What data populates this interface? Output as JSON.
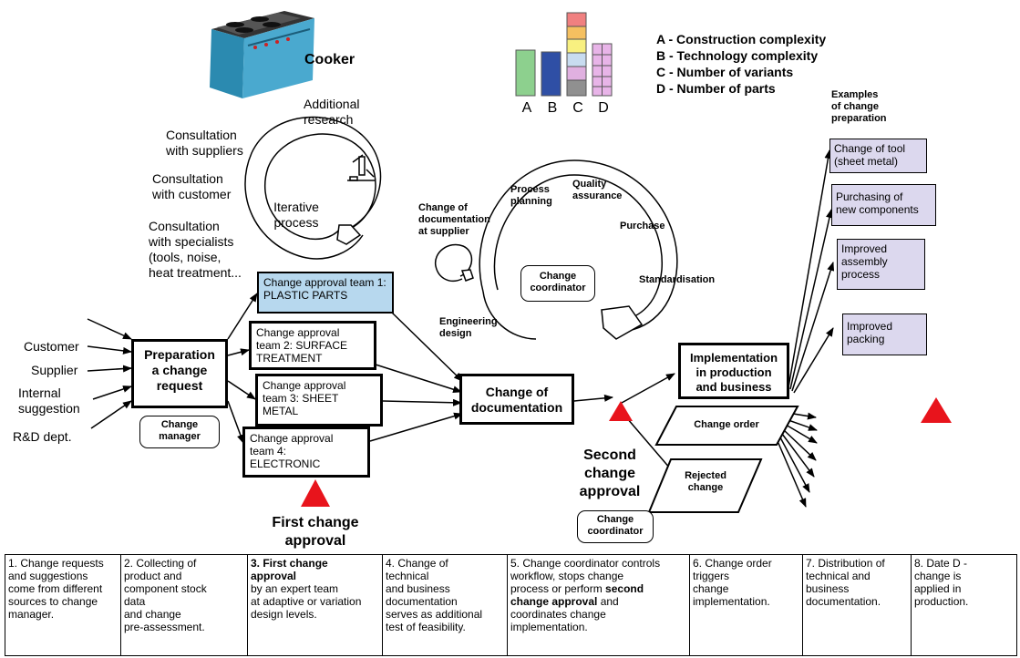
{
  "product": {
    "title": "Cooker"
  },
  "legend": {
    "bar_letters": [
      "A",
      "B",
      "C",
      "D"
    ],
    "items": [
      "A - Construction complexity",
      "B - Technology complexity",
      "C - Number of variants",
      "D - Number of parts"
    ]
  },
  "iterative": {
    "center": "Iterative\nprocess",
    "additional_research": "Additional\nresearch",
    "consult_suppliers": "Consultation\nwith suppliers",
    "consult_customer": "Consultation\nwith customer",
    "consult_specialists": "Consultation\nwith specialists\n(tools, noise,\nheat treatment..."
  },
  "sources": [
    "Customer",
    "Supplier",
    "Internal\nsuggestion",
    "R&D dept."
  ],
  "prep": {
    "title": "Preparation\na change\nrequest",
    "manager": "Change\nmanager"
  },
  "teams": [
    "Change approval team 1:\nPLASTIC PARTS",
    "Change approval\nteam 2: SURFACE\nTREATMENT",
    "Change approval\nteam 3: SHEET\nMETAL",
    "Change approval\nteam 4:\nELECTRONIC"
  ],
  "first_approval": "First change\napproval",
  "coordination": {
    "change_of_doc_supplier": "Change of\ndocumentation\nat supplier",
    "process_planning": "Process\nplanning",
    "quality": "Quality\nassurance",
    "purchase": "Purchase",
    "standardisation": "Standardisation",
    "engineering": "Engineering\ndesign",
    "coordinator": "Change\ncoordinator"
  },
  "change_doc": "Change of\ndocumentation",
  "second_approval": {
    "title": "Second\nchange\napproval",
    "coordinator": "Change\ncoordinator"
  },
  "implementation": "Implementation\nin production\nand business",
  "change_order": "Change order",
  "rejected": "Rejected\nchange",
  "examples": {
    "title": "Examples\nof change\npreparation",
    "items": [
      "Change of tool\n(sheet metal)",
      "Purchasing of\nnew components",
      "Improved\nassembly\nprocess",
      "Improved\npacking"
    ]
  },
  "steps": [
    {
      "text": "1. Change requests\nand suggestions\ncome from different\nsources  to change\nmanager."
    },
    {
      "text": "2. Collecting of\nproduct and\ncomponent stock\ndata\nand change\npre-assessment."
    },
    {
      "bold": "3. First change\napproval",
      "text": "by an expert team\nat adaptive or variation\ndesign levels."
    },
    {
      "text": "4. Change of\ntechnical\nand business\ndocumentation\nserves as additional\ntest of feasibility."
    },
    {
      "pre": "5. Change coordinator controls\nworkflow, stops change\nprocess or perform ",
      "bold": "second\nchange approval",
      "text": " and\ncoordinates change\nimplementation."
    },
    {
      "text": "6. Change order\ntriggers\nchange\nimplementation."
    },
    {
      "text": "7. Distribution of\ntechnical and\nbusiness\ndocumentation."
    },
    {
      "text": "8. Date D -\nchange is\napplied in\nproduction."
    }
  ],
  "colors": {
    "team1_fill": "#b7d8ee",
    "example_fill": "#dcd8ee",
    "triangle": "#e8141c",
    "bar_a": "#8dd08e",
    "bar_b": "#2f4fa5"
  }
}
